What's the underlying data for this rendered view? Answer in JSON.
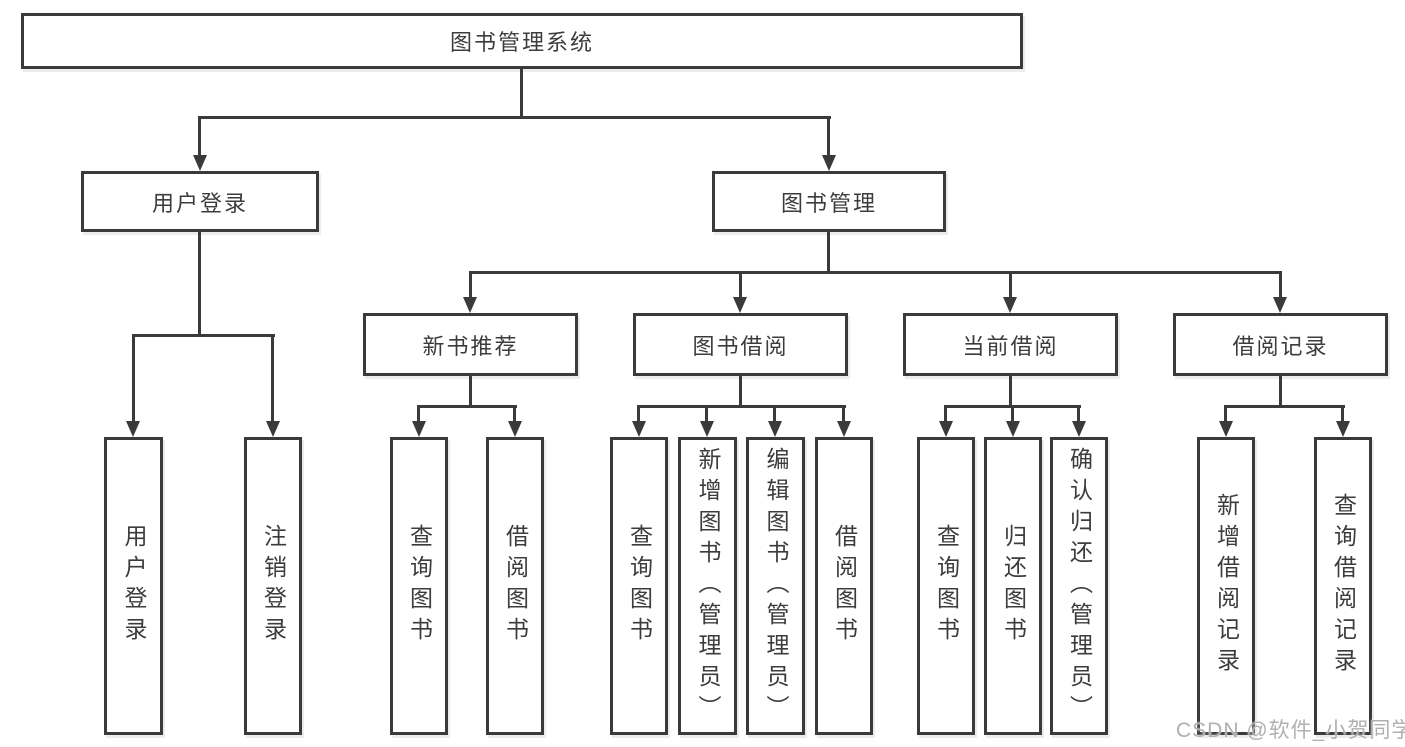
{
  "diagram": {
    "root": {
      "label": "图书管理系统"
    },
    "level2": [
      {
        "label": "用户登录"
      },
      {
        "label": "图书管理"
      }
    ],
    "level3": [
      {
        "label": "新书推荐"
      },
      {
        "label": "图书借阅"
      },
      {
        "label": "当前借阅"
      },
      {
        "label": "借阅记录"
      }
    ],
    "leaves": {
      "login": [
        {
          "label": "用户登录"
        },
        {
          "label": "注销登录"
        }
      ],
      "recommend": [
        {
          "label": "查询图书"
        },
        {
          "label": "借阅图书"
        }
      ],
      "borrow": [
        {
          "label": "查询图书"
        },
        {
          "label": "新增图书（管理员）"
        },
        {
          "label": "编辑图书（管理员）"
        },
        {
          "label": "借阅图书"
        }
      ],
      "current": [
        {
          "label": "查询图书"
        },
        {
          "label": "归还图书"
        },
        {
          "label": "确认归还（管理员）"
        }
      ],
      "records": [
        {
          "label": "新增借阅记录"
        },
        {
          "label": "查询借阅记录"
        }
      ]
    },
    "watermark": "CSDN @软件_小贺同学",
    "colors": {
      "line": "#3a3a3a",
      "text": "#3c3c3c",
      "watermark": "#b0b0b0",
      "background": "#ffffff"
    }
  }
}
